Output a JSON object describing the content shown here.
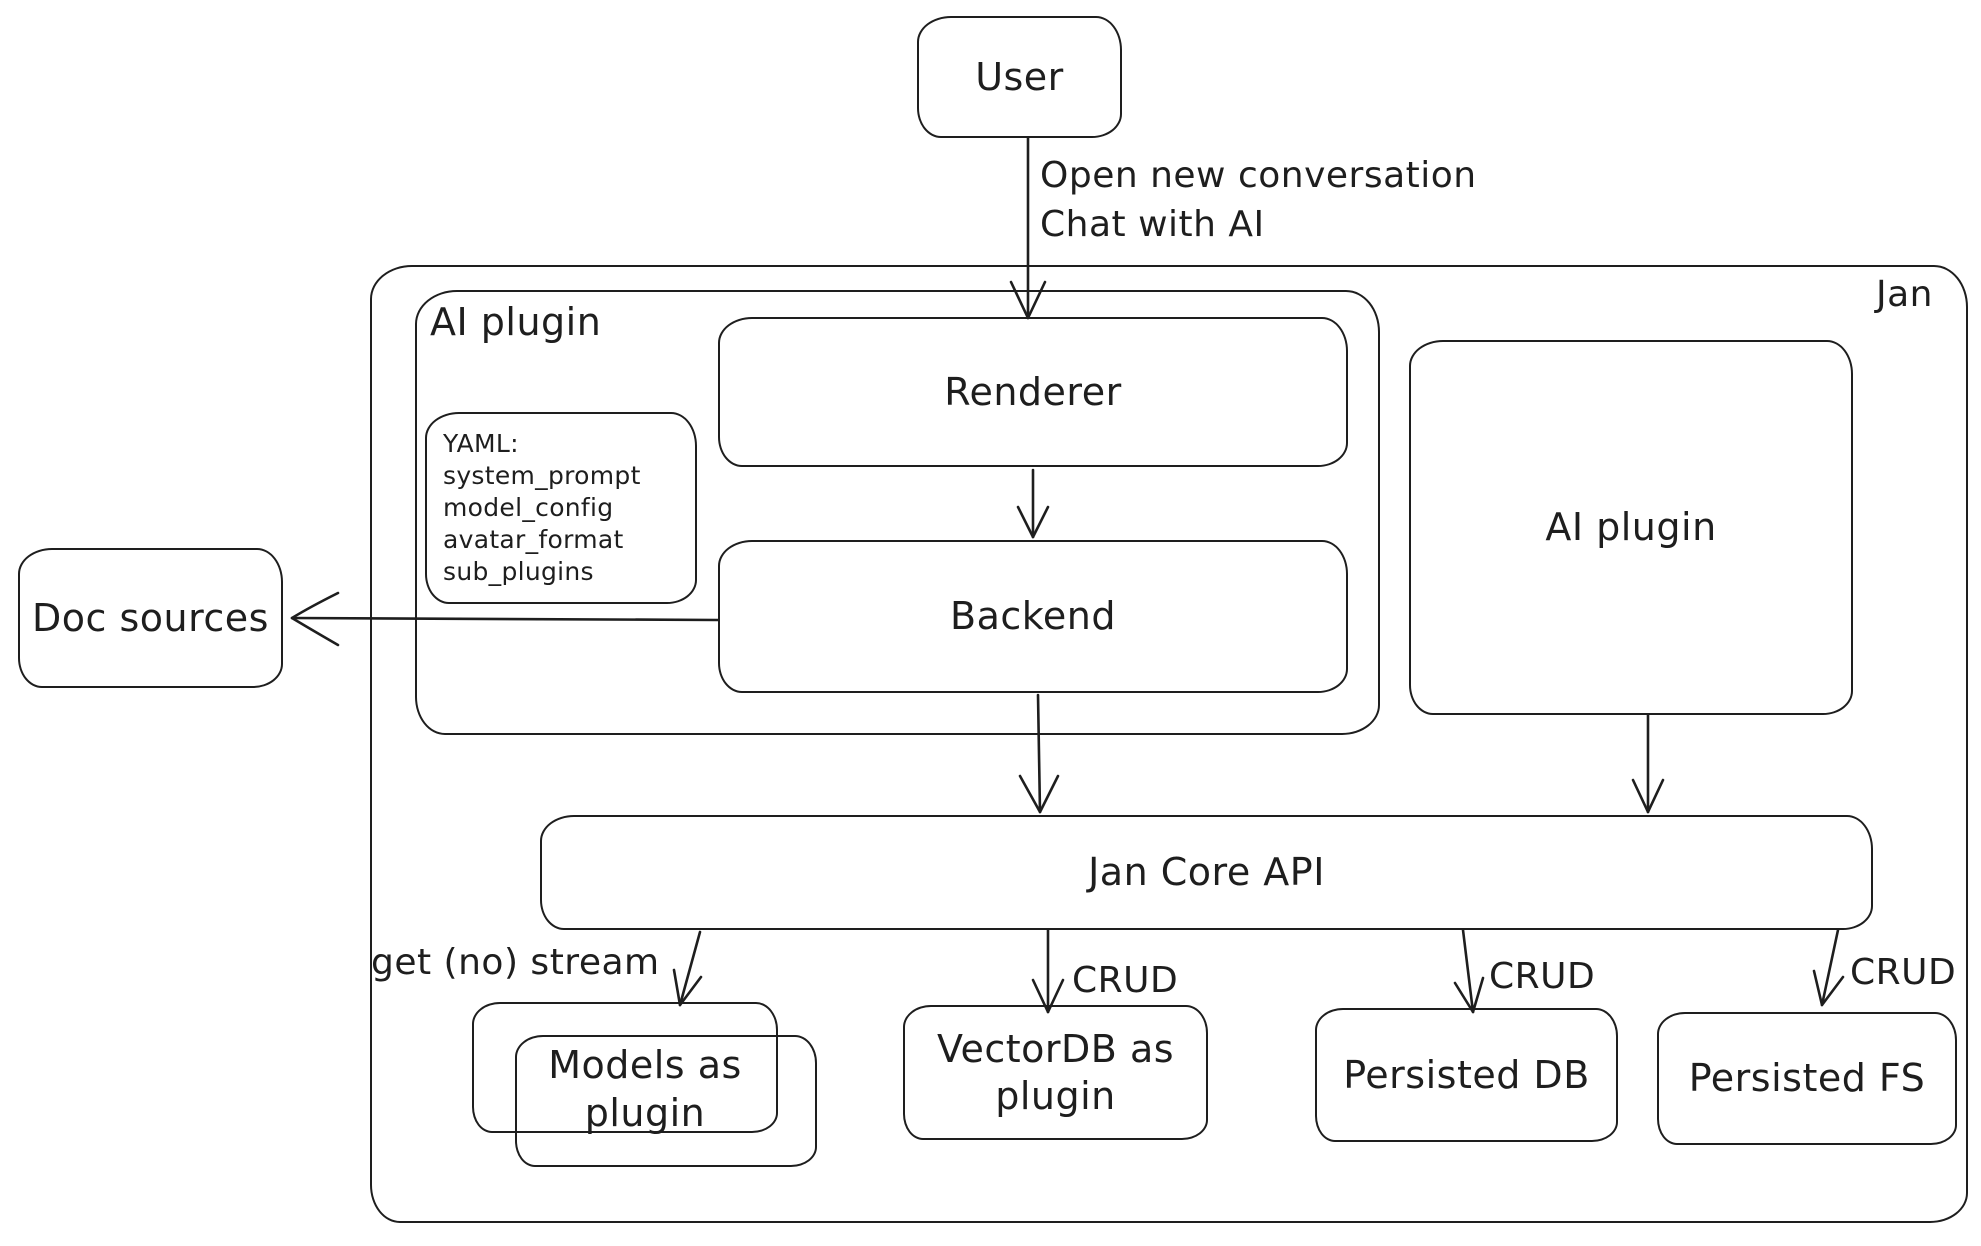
{
  "canvas": {
    "background": "#ffffff",
    "stroke_color": "#1e1e1e"
  },
  "nodes": {
    "user": {
      "label": "User"
    },
    "jan_container": {
      "label": "Jan"
    },
    "ai_plugin_group": {
      "label": "AI plugin"
    },
    "renderer": {
      "label": "Renderer"
    },
    "yaml_note": {
      "title": "YAML:",
      "lines": [
        "system_prompt",
        "model_config",
        "avatar_format",
        "sub_plugins"
      ]
    },
    "backend": {
      "label": "Backend"
    },
    "ai_plugin_right": {
      "label": "AI plugin"
    },
    "doc_sources": {
      "label": "Doc sources"
    },
    "jan_core_api": {
      "label": "Jan Core API"
    },
    "models_plugin": {
      "label": "Models as plugin"
    },
    "vectordb_plugin": {
      "label": "VectorDB as plugin"
    },
    "persisted_db": {
      "label": "Persisted DB"
    },
    "persisted_fs": {
      "label": "Persisted FS"
    }
  },
  "edges": {
    "user_to_renderer": {
      "label_line1": "Open new conversation",
      "label_line2": "Chat with AI"
    },
    "jan_core_to_models": {
      "label": "get (no) stream"
    },
    "jan_core_to_vectordb": {
      "label": "CRUD"
    },
    "jan_core_to_persisted_db": {
      "label": "CRUD"
    },
    "jan_core_to_persisted_fs": {
      "label": "CRUD"
    }
  }
}
